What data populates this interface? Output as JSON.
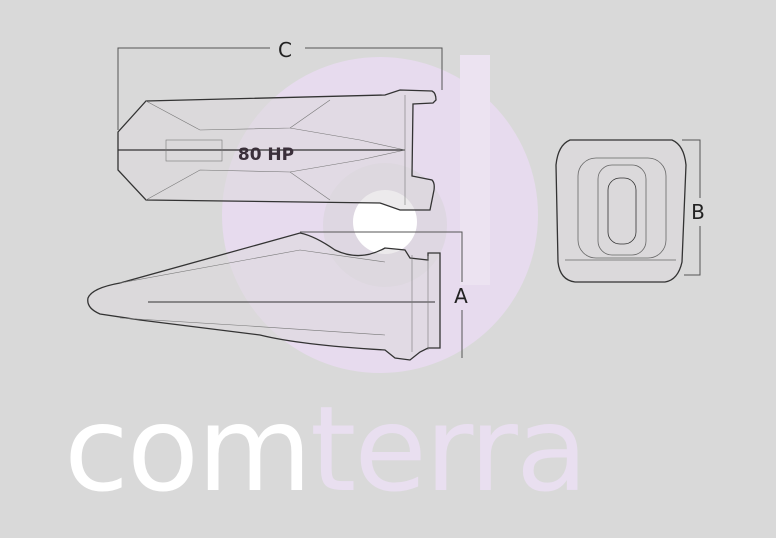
{
  "drawing": {
    "model_marking": "80 HP",
    "dimensions": {
      "length": "C",
      "height": "A",
      "width": "B"
    }
  },
  "watermark": {
    "brand_part1": "com",
    "brand_part2": "terra",
    "colors": {
      "part1": "#ffffff",
      "part2": "#e9dff0",
      "logo": "#e7dbee"
    }
  }
}
